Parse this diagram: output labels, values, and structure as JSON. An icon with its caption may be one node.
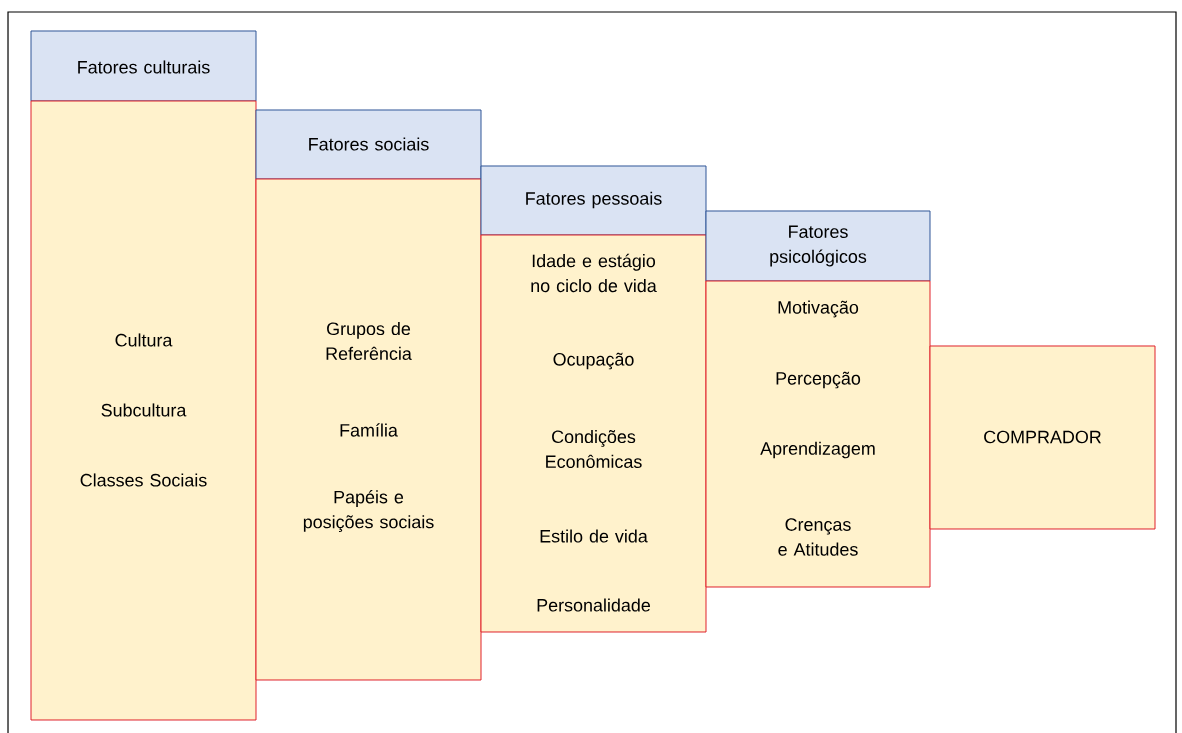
{
  "diagram": {
    "nodes": [
      {
        "text": [
          "Fatores culturais"
        ]
      },
      {
        "text": [
          "Cultura",
          "Subcultura",
          "Classes Sociais"
        ]
      },
      {
        "text": [
          "Fatores sociais"
        ]
      },
      {
        "text": [
          "Grupos de Referência",
          "Família",
          "Papéis e posições sociais"
        ]
      },
      {
        "text": [
          "Fatores pessoais"
        ]
      },
      {
        "text": [
          "Idade e estágio no ciclo de vida",
          "Ocupação",
          "Condições Econômicas",
          "Estilo de vida",
          "Personalidade"
        ]
      },
      {
        "text": [
          "Fatores psicológicos"
        ]
      },
      {
        "text": [
          "Motivação",
          "Percepção",
          "Aprendizagem",
          "Crenças e Atitudes"
        ]
      },
      {
        "text": [
          "COMPRADOR"
        ]
      }
    ],
    "edges": []
  }
}
